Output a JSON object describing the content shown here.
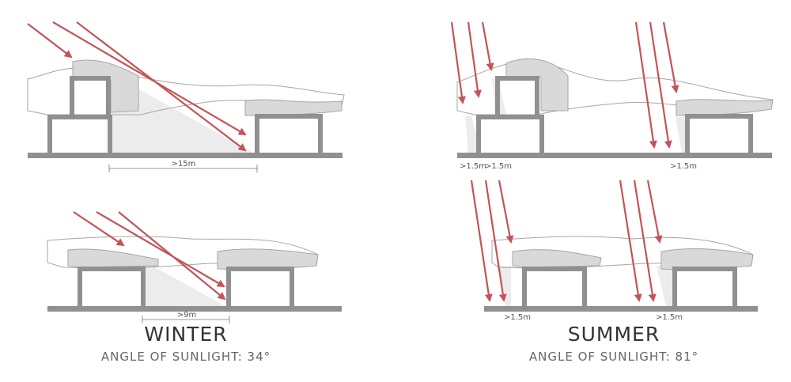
{
  "winter": {
    "title": "WINTER",
    "subtitle": "ANGLE OF SUNLIGHT: 34°",
    "top_distance": ">15m",
    "bottom_distance": ">9m"
  },
  "summer": {
    "title": "SUMMER",
    "subtitle": "ANGLE OF SUNLIGHT: 81°",
    "top_distance_1": ">1.5m",
    "top_distance_2": ">1.5m",
    "top_distance_3": ">1.5m",
    "bottom_distance_1": ">1.5m",
    "bottom_distance_2": ">1.5m"
  },
  "colors": {
    "sun_ray": "#c0555a",
    "frame": "#909090",
    "roof_fill": "#d9d9d9",
    "shadow_fill": "#ececec",
    "outline": "#a6a6a6"
  }
}
